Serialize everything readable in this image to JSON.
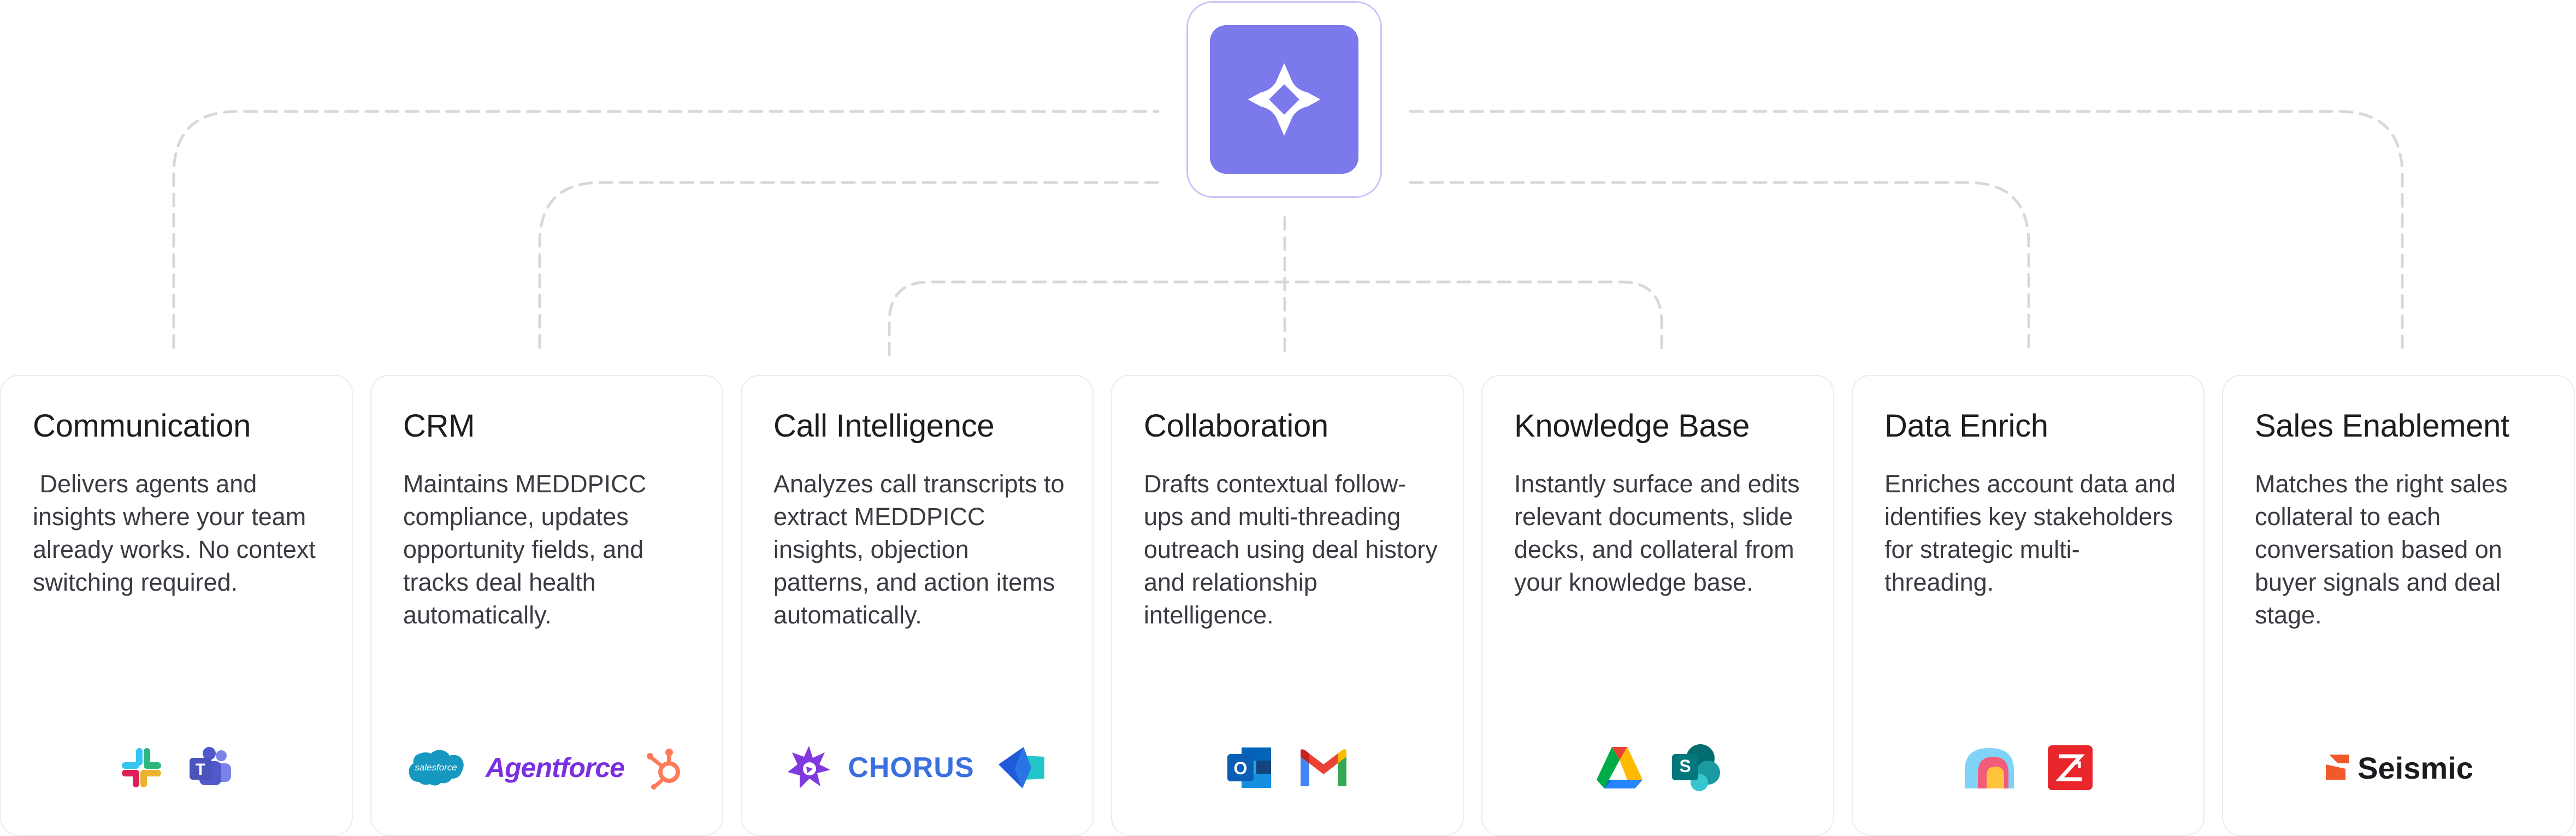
{
  "hub": {
    "icon": "spark-logo-icon",
    "color": "#7b79ec"
  },
  "colors": {
    "connector": "#d8d8dc",
    "card_border": "#ececf0"
  },
  "cards": [
    {
      "title": "Communication",
      "description": " Delivers agents and insights where your team already works. No context switching required.",
      "logos": [
        {
          "icon": "slack-icon",
          "label": ""
        },
        {
          "icon": "microsoft-teams-icon",
          "label": ""
        }
      ]
    },
    {
      "title": "CRM",
      "description": "Maintains MEDDPICC compliance, updates opportunity fields, and tracks deal health automatically.",
      "logos": [
        {
          "icon": "salesforce-icon",
          "label": "salesforce"
        },
        {
          "icon": "agentforce-logo",
          "label": "Agentforce"
        },
        {
          "icon": "hubspot-icon",
          "label": ""
        }
      ]
    },
    {
      "title": "Call Intelligence",
      "description": "Analyzes call transcripts to extract MEDDPICC insights, objection patterns, and action items automatically.",
      "logos": [
        {
          "icon": "gong-icon",
          "label": ""
        },
        {
          "icon": "chorus-logo",
          "label": "CHORUS"
        },
        {
          "icon": "outreach-kaia-icon",
          "label": ""
        }
      ]
    },
    {
      "title": "Collaboration",
      "description": "Drafts contextual follow-ups and multi-threading outreach using deal history and relationship intelligence.",
      "logos": [
        {
          "icon": "outlook-icon",
          "label": "O"
        },
        {
          "icon": "gmail-icon",
          "label": ""
        }
      ]
    },
    {
      "title": "Knowledge Base",
      "description": "Instantly surface and edits relevant documents, slide decks, and collateral from your knowledge base.",
      "logos": [
        {
          "icon": "google-drive-icon",
          "label": ""
        },
        {
          "icon": "sharepoint-icon",
          "label": "S"
        }
      ]
    },
    {
      "title": "Data Enrich",
      "description": "Enriches account data and identifies key stakeholders for strategic multi-threading.",
      "logos": [
        {
          "icon": "clay-icon",
          "label": ""
        },
        {
          "icon": "zoominfo-icon",
          "label": ""
        }
      ]
    },
    {
      "title": "Sales Enablement",
      "description": "Matches the right sales collateral to each conversation based on buyer signals and deal stage.",
      "logos": [
        {
          "icon": "seismic-logo",
          "label": "Seismic"
        }
      ]
    }
  ]
}
